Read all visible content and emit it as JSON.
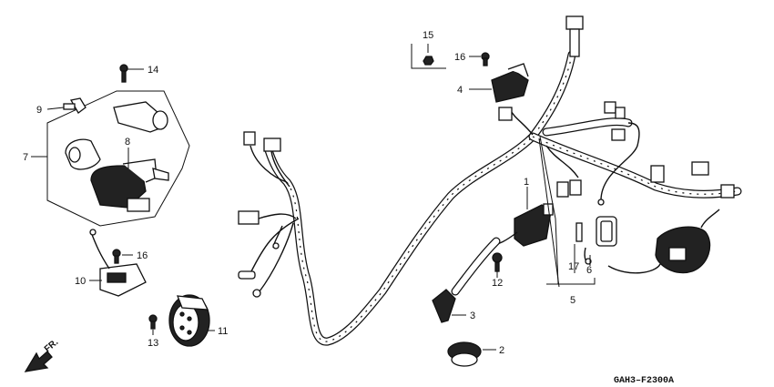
{
  "callouts": {
    "c1": "1",
    "c2": "2",
    "c3": "3",
    "c4": "4",
    "c5": "5",
    "c6": "6",
    "c7": "7",
    "c8": "8",
    "c9": "9",
    "c10": "10",
    "c11": "11",
    "c12": "12",
    "c13": "13",
    "c14": "14",
    "c15": "15",
    "c16a": "16",
    "c16b": "16",
    "c17": "17"
  },
  "direction_label": "FR.",
  "diagram_code": "GAH3–F2300A"
}
